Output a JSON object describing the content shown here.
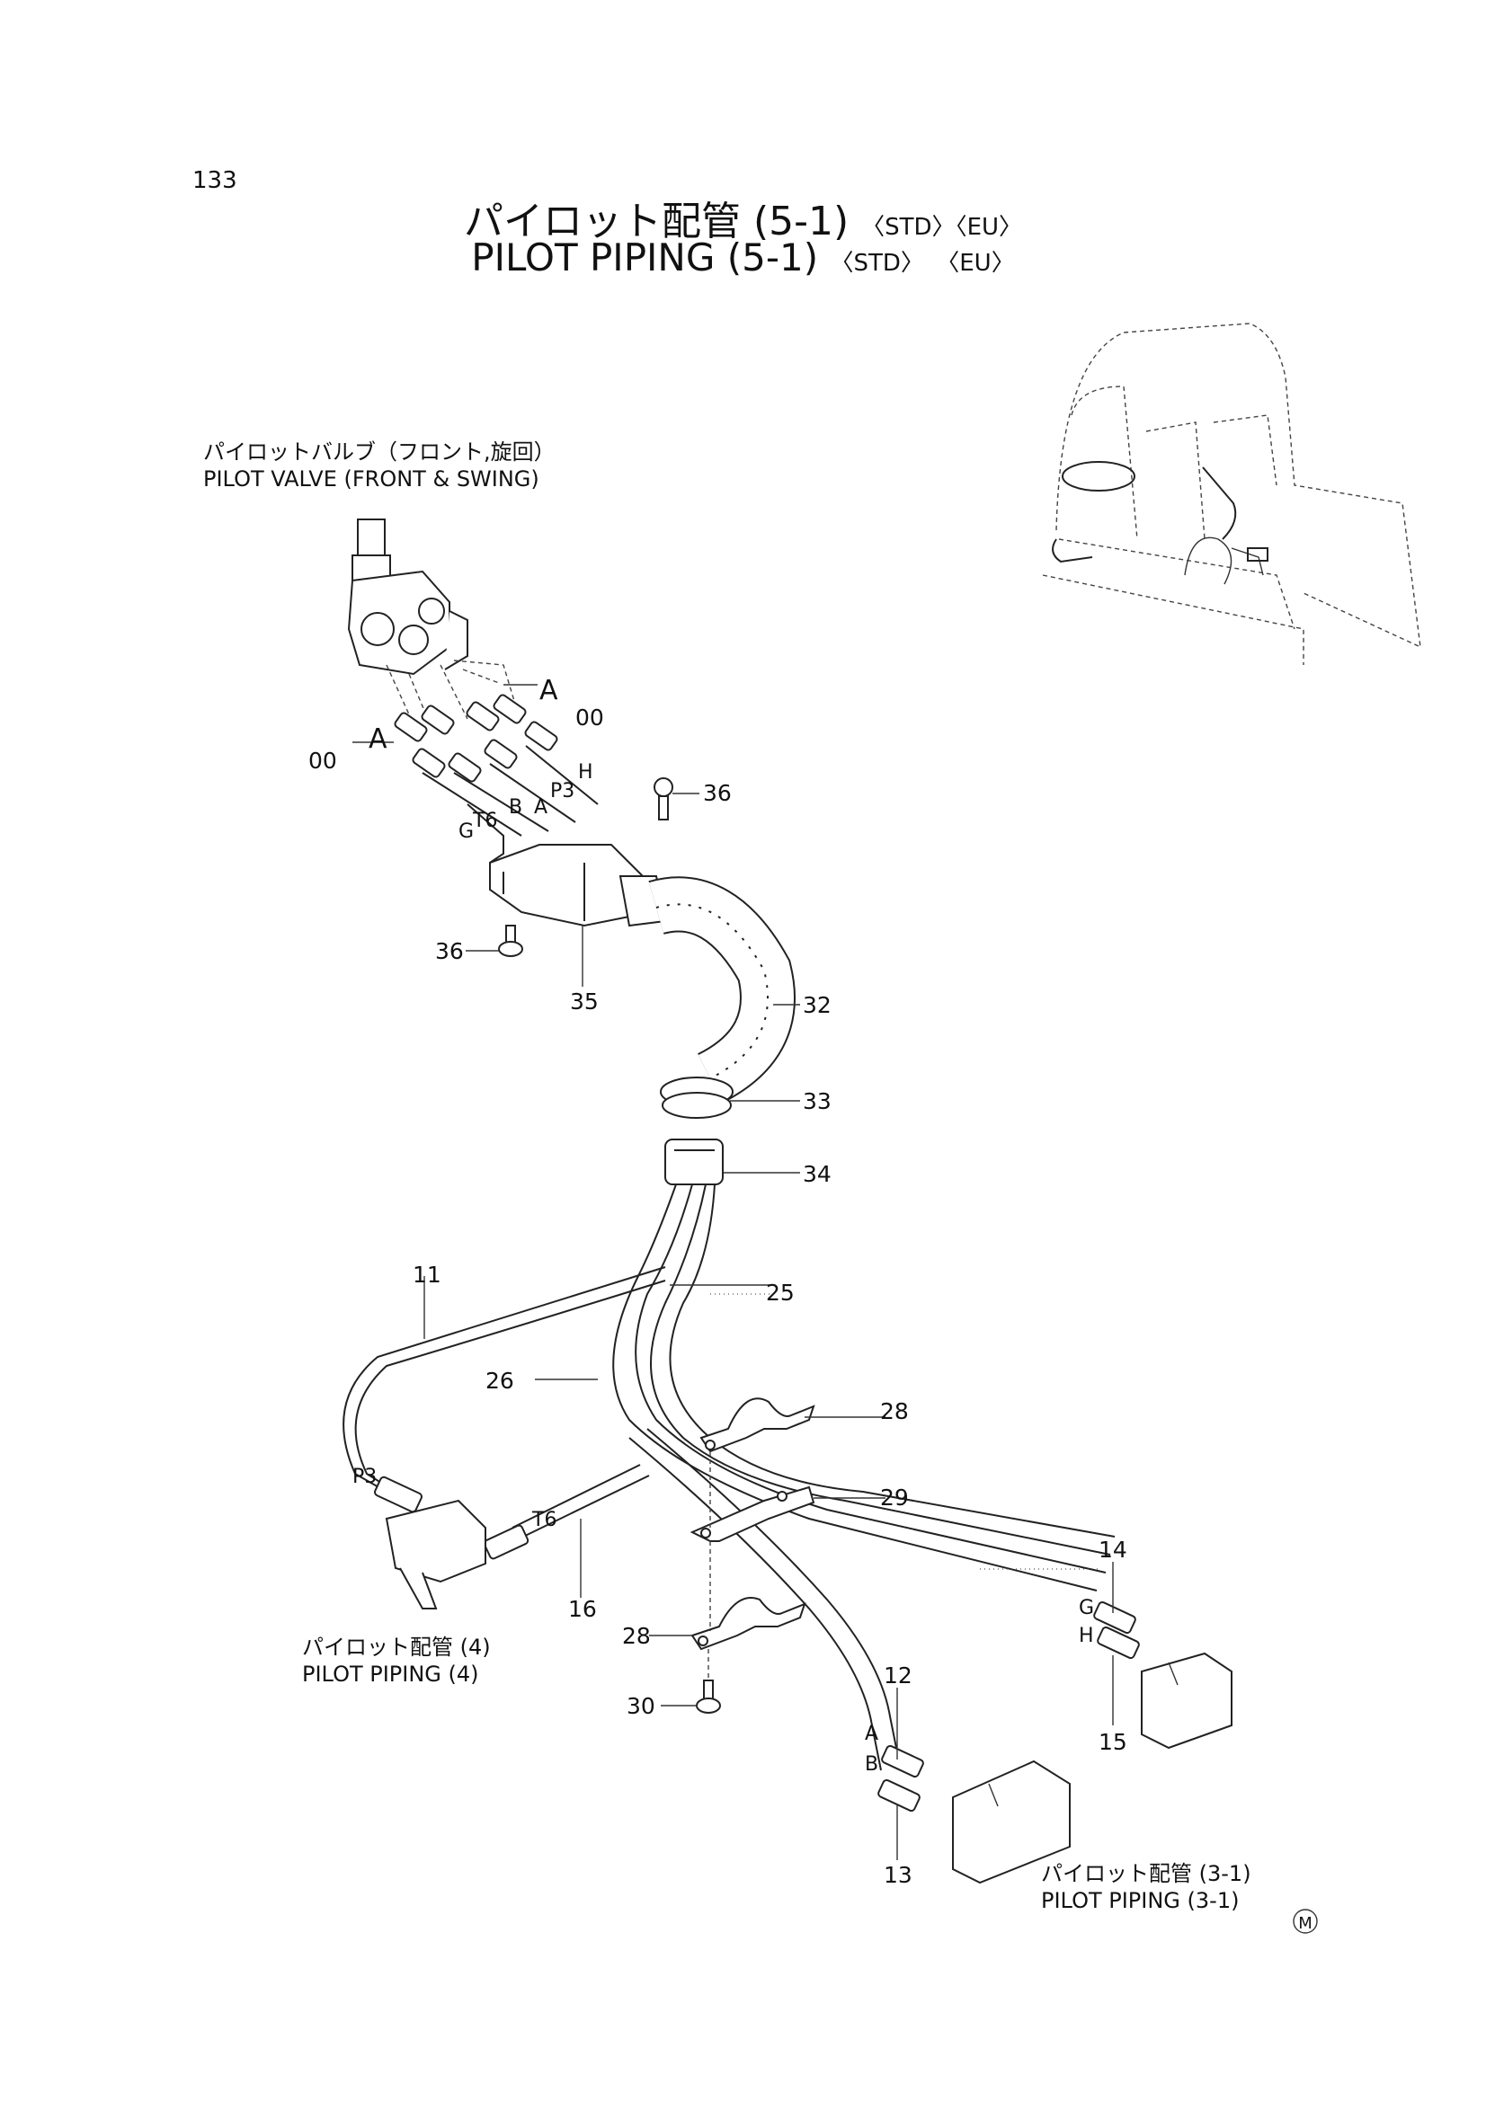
{
  "page_number": "133",
  "title": {
    "jp_main": "パイロット配管 (5-1)",
    "en_main": "PILOT PIPING (5-1)",
    "tag_std": "〈STD〉",
    "tag_eu": "〈EU〉"
  },
  "notes": {
    "pilot_valve_jp": "パイロットバルブ（フロント,旋回）",
    "pilot_valve_en": "PILOT VALVE (FRONT & SWING)",
    "piping4_jp": "パイロット配管 (4)",
    "piping4_en": "PILOT PIPING (4)",
    "piping31_jp": "パイロット配管 (3-1)",
    "piping31_en": "PILOT PIPING (3-1)"
  },
  "callouts": {
    "c00a": "00",
    "c00b": "00",
    "c36a": "36",
    "c36b": "36",
    "c35": "35",
    "c32": "32",
    "c33": "33",
    "c34": "34",
    "c11": "11",
    "c25": "25",
    "c26": "26",
    "c28a": "28",
    "c28b": "28",
    "c29": "29",
    "c30": "30",
    "c16": "16",
    "c14": "14",
    "c15": "15",
    "c12": "12",
    "c13": "13"
  },
  "port_labels": {
    "A1": "A",
    "A2": "A",
    "P3a": "P3",
    "P3b": "P3",
    "H1": "H",
    "H2": "H",
    "B1": "B",
    "B2": "B",
    "Aport": "A",
    "Aport2": "A",
    "T6a": "T6",
    "T6b": "T6",
    "G1": "G",
    "G2": "G"
  },
  "mark": "M"
}
